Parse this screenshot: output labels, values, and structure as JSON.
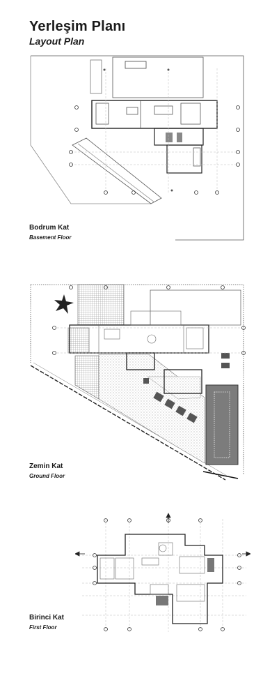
{
  "header": {
    "title": "Yerleşim Planı",
    "subtitle": "Layout Plan"
  },
  "floors": [
    {
      "name": "Bodrum Kat",
      "english": "Basement Floor"
    },
    {
      "name": "Zemin Kat",
      "english": "Ground Floor"
    },
    {
      "name": "Birinci Kat",
      "english": "First Floor"
    }
  ],
  "colors": {
    "line": "#444444",
    "hatch": "#9a9a9a",
    "pool": "#7c7c7c",
    "background": "#ffffff"
  }
}
